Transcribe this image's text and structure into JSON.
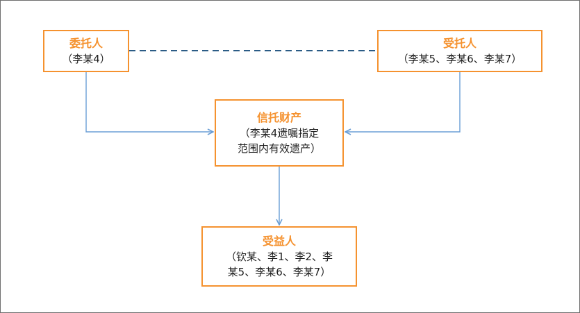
{
  "colors": {
    "box_border": "#f5922f",
    "title_text": "#f5922f",
    "arrow": "#6a9ed5",
    "dashed_link": "#2b5c86"
  },
  "nodes": {
    "settlor": {
      "title": "委托人",
      "lines": [
        "（李某4）"
      ]
    },
    "trustee": {
      "title": "受托人",
      "lines": [
        "（李某5、李某6、李某7）"
      ]
    },
    "trust_property": {
      "title": "信托财产",
      "lines": [
        "（李某4遗嘱指定",
        "范围内有效遗产）"
      ]
    },
    "beneficiary": {
      "title": "受益人",
      "lines": [
        "（钦某、李1、李2、李",
        "某5、李某6、李某7）"
      ]
    }
  }
}
